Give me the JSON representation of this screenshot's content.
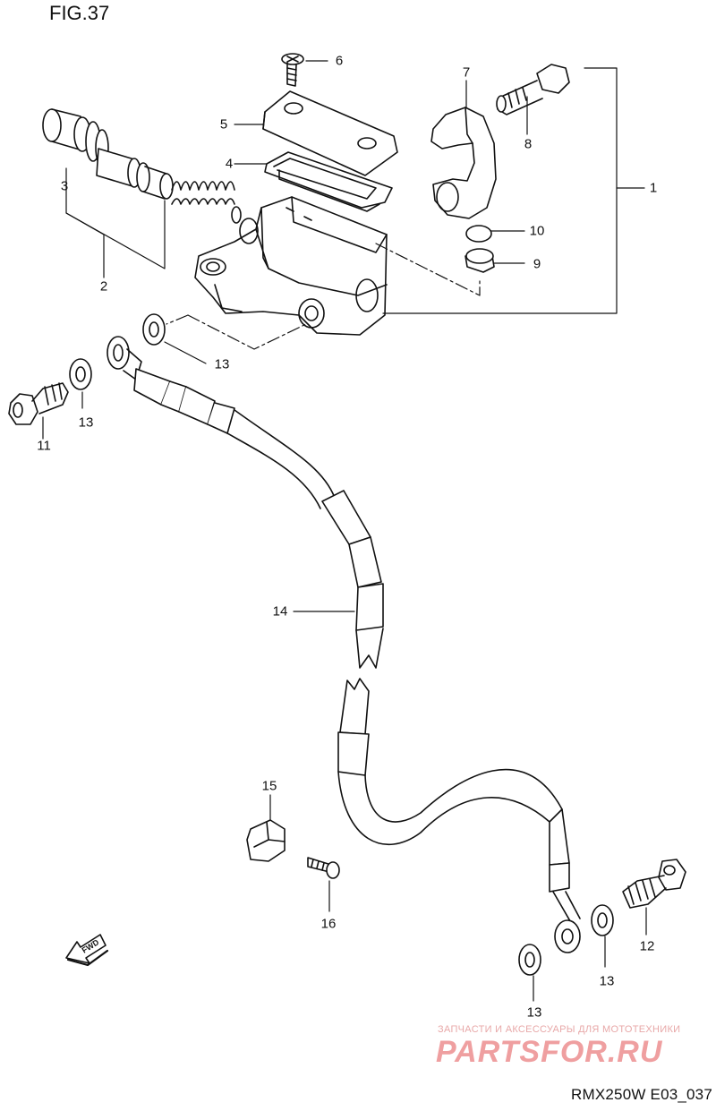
{
  "figure": {
    "title": "FIG.37",
    "code": "RMX250W E03_037"
  },
  "watermark": {
    "subtitle": "ЗАПЧАСТИ И АКСЕССУАРЫ ДЛЯ МОТОТЕХНИКИ",
    "logo": "PARTSFOR.RU"
  },
  "fwd_label": "FWD",
  "callouts": {
    "c1": "1",
    "c2": "2",
    "c3": "3",
    "c4": "4",
    "c5": "5",
    "c6": "6",
    "c7": "7",
    "c8": "8",
    "c9": "9",
    "c10": "10",
    "c11": "11",
    "c12": "12",
    "c13a": "13",
    "c13b": "13",
    "c13c": "13",
    "c13d": "13",
    "c14": "14",
    "c15": "15",
    "c16": "16"
  }
}
